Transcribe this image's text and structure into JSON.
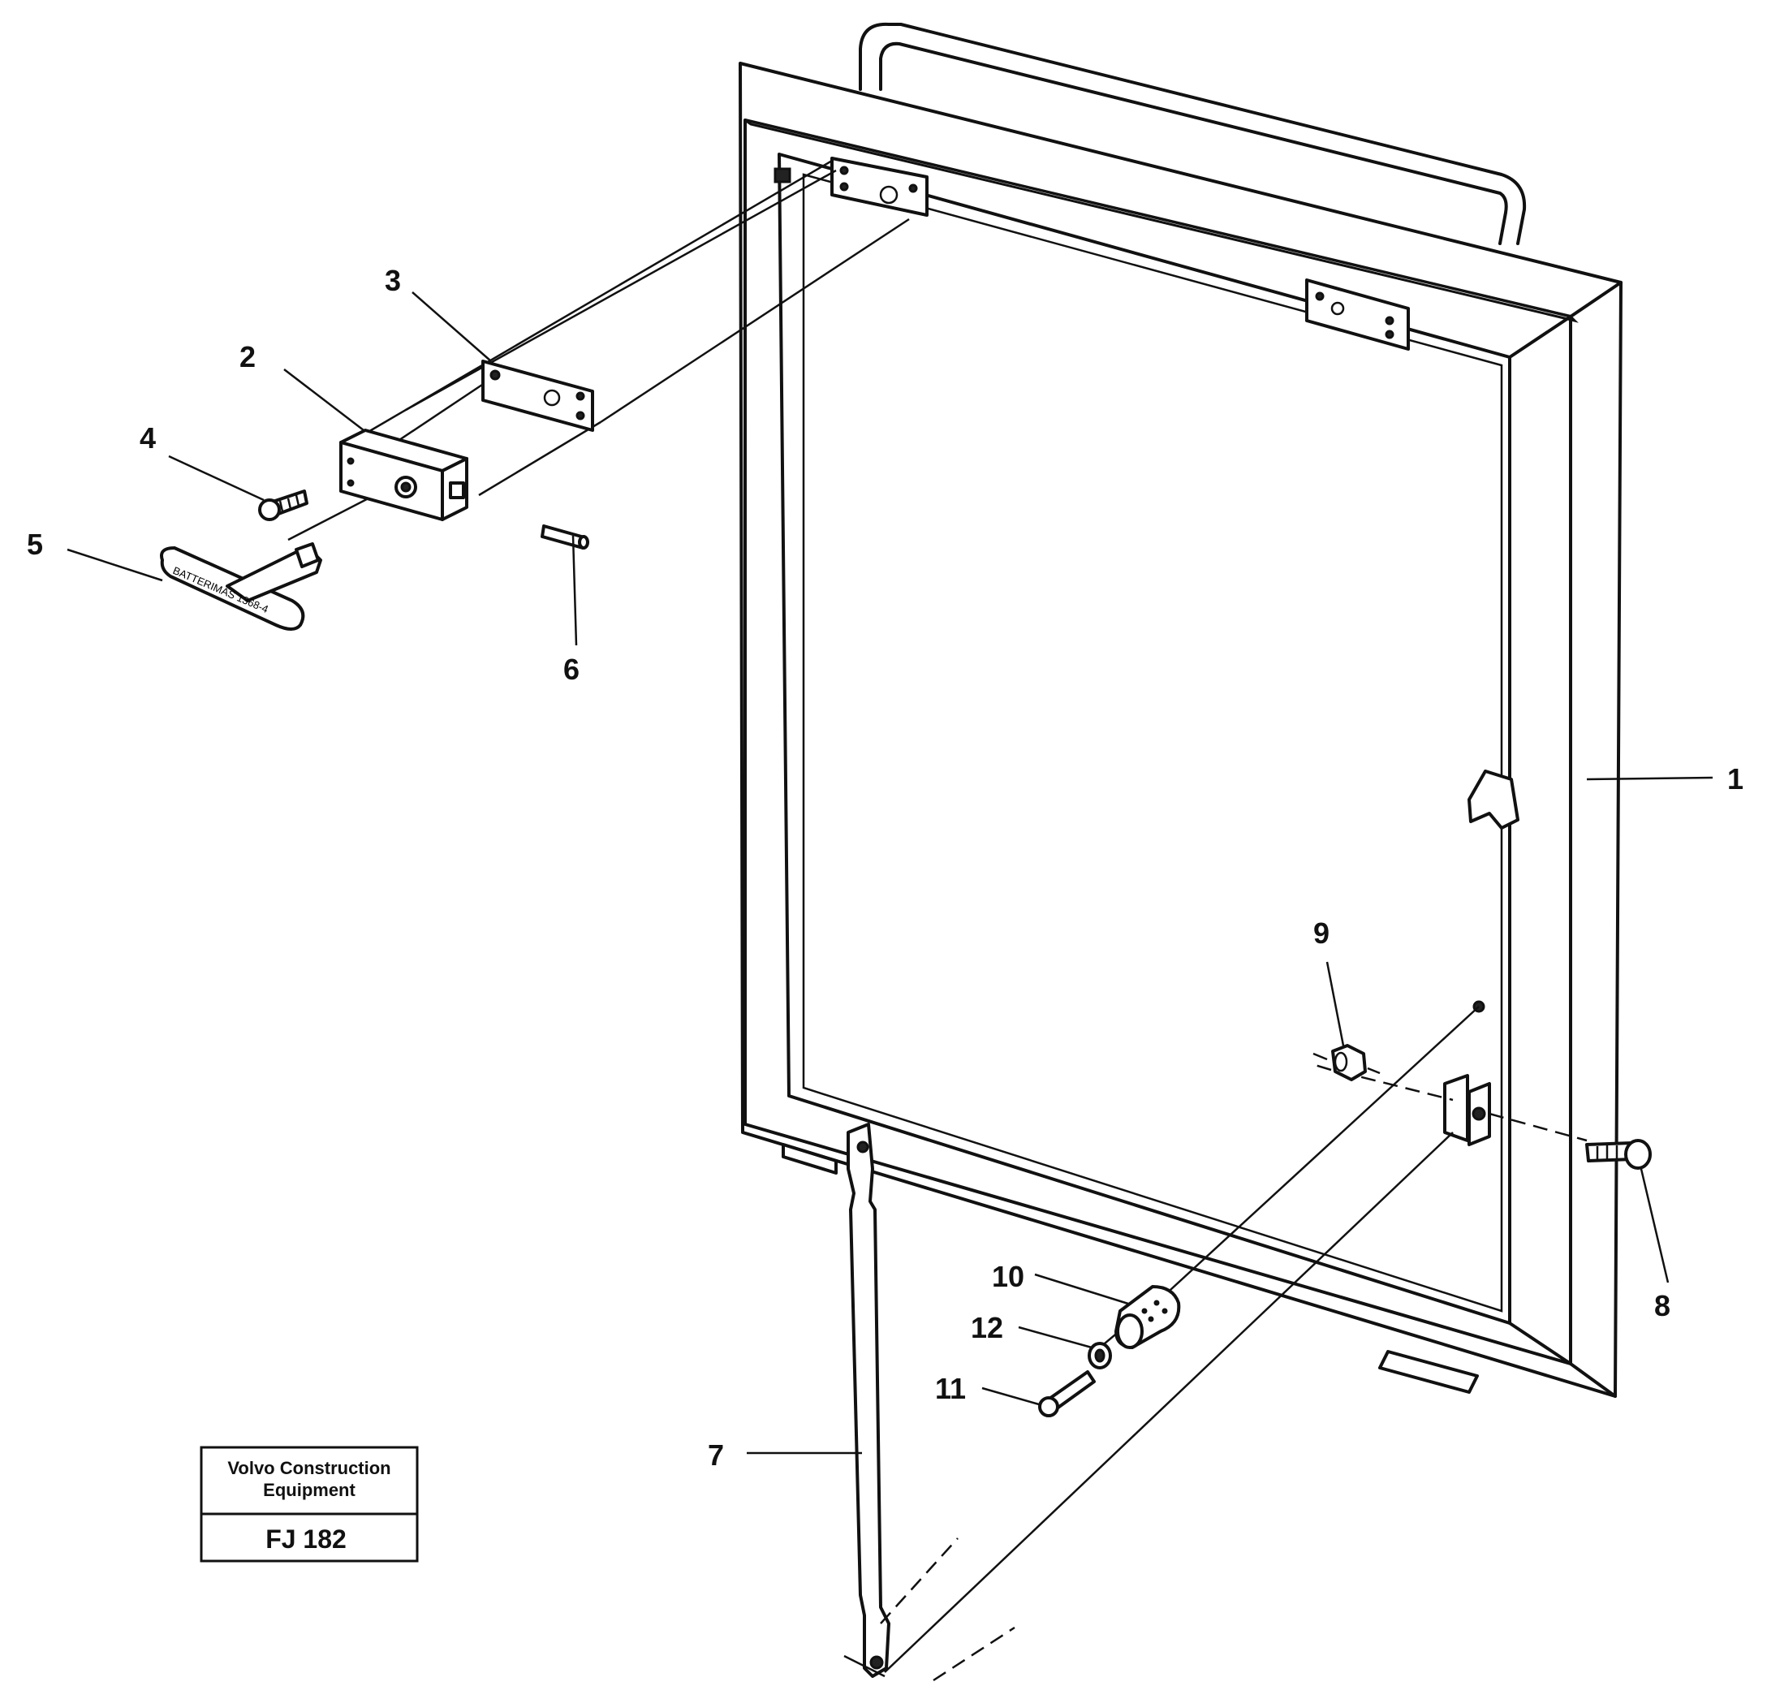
{
  "title_block": {
    "company_line1": "Volvo Construction",
    "company_line2": "Equipment",
    "reference": "FJ 182"
  },
  "key_text": "BATTERIMAS 1368-4",
  "callouts": [
    {
      "id": "c1",
      "label": "1"
    },
    {
      "id": "c2",
      "label": "2"
    },
    {
      "id": "c3",
      "label": "3"
    },
    {
      "id": "c4",
      "label": "4"
    },
    {
      "id": "c5",
      "label": "5"
    },
    {
      "id": "c6",
      "label": "6"
    },
    {
      "id": "c7",
      "label": "7"
    },
    {
      "id": "c8",
      "label": "8"
    },
    {
      "id": "c9",
      "label": "9"
    },
    {
      "id": "c10",
      "label": "10"
    },
    {
      "id": "c11",
      "label": "11"
    },
    {
      "id": "c12",
      "label": "12"
    }
  ]
}
